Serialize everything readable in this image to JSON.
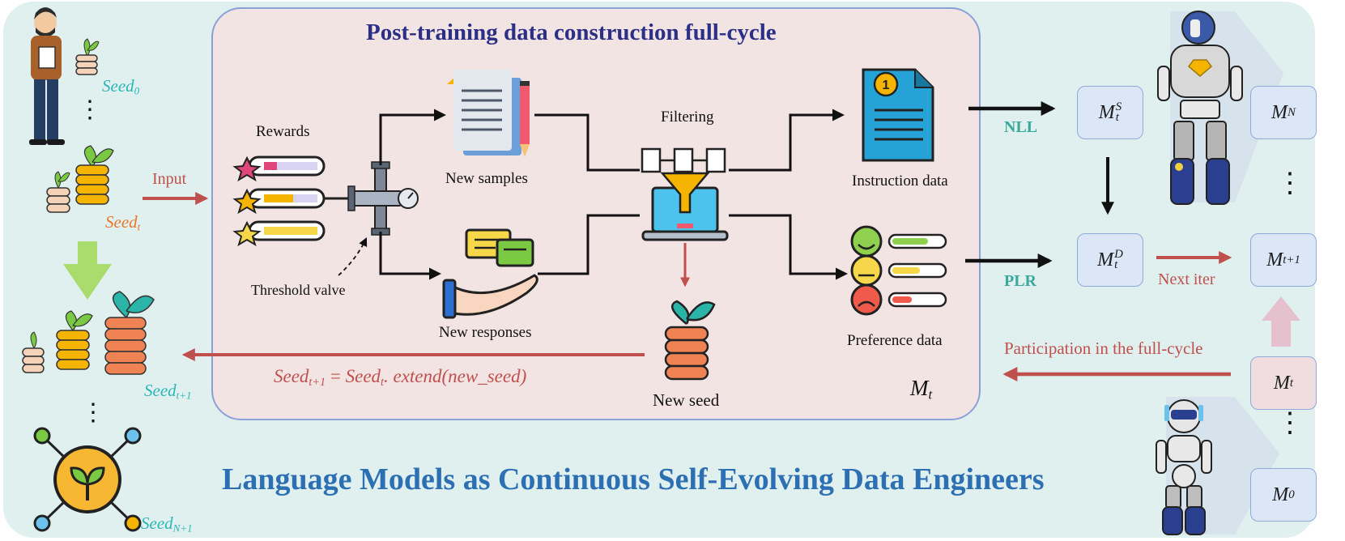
{
  "title": "Post-training data construction full-cycle",
  "banner": "Language Models as Continuous Self-Evolving Data Engineers",
  "labels": {
    "rewards": "Rewards",
    "threshold_valve": "Threshold valve",
    "new_samples": "New samples",
    "new_responses": "New responses",
    "filtering": "Filtering",
    "instruction_data": "Instruction data",
    "preference_data": "Preference data",
    "new_seed": "New seed",
    "input": "Input",
    "nll": "NLL",
    "plr": "PLR",
    "next_iter": "Next iter",
    "participation": "Participation in the full-cycle",
    "ellipsis": "⋮"
  },
  "seeds": {
    "seed0_base": "Seed",
    "seed0_sub": "0",
    "seedt_base": "Seed",
    "seedt_sub": "t",
    "seedt1_base": "Seed",
    "seedt1_sub": "t+1",
    "seedN1_base": "Seed",
    "seedN1_sub": "N+1"
  },
  "formula": {
    "lhs_base": "Seed",
    "lhs_sub": "t+1",
    "eq": " = ",
    "rhs_base": "Seed",
    "rhs_sub": "t",
    "rhs_tail": ". extend(new_seed)"
  },
  "models": {
    "mt_inner_base": "M",
    "mt_inner_sub": "t",
    "mts_base": "M",
    "mts_sub": "t",
    "mts_sup": "S",
    "mtd_base": "M",
    "mtd_sub": "t",
    "mtd_sup": "D",
    "mn_base": "M",
    "mn_sub": "N",
    "mt1_base": "M",
    "mt1_sub": "t+1",
    "mt_base": "M",
    "mt_sub": "t",
    "m0_base": "M",
    "m0_sub": "0"
  },
  "colors": {
    "outer_bg": "#dff0ef",
    "panel_bg": "#f3e4e4",
    "panel_border": "#8aa0d6",
    "title": "#2b2f86",
    "banner": "#2d6fb3",
    "red_arrow": "#c0504d",
    "teal_label": "#3aa89b",
    "seed_label": "#2bb5b5",
    "seedt_label": "#e8762b",
    "model_box": "#dbe6f7",
    "model_box_pink": "#f0dde0"
  }
}
